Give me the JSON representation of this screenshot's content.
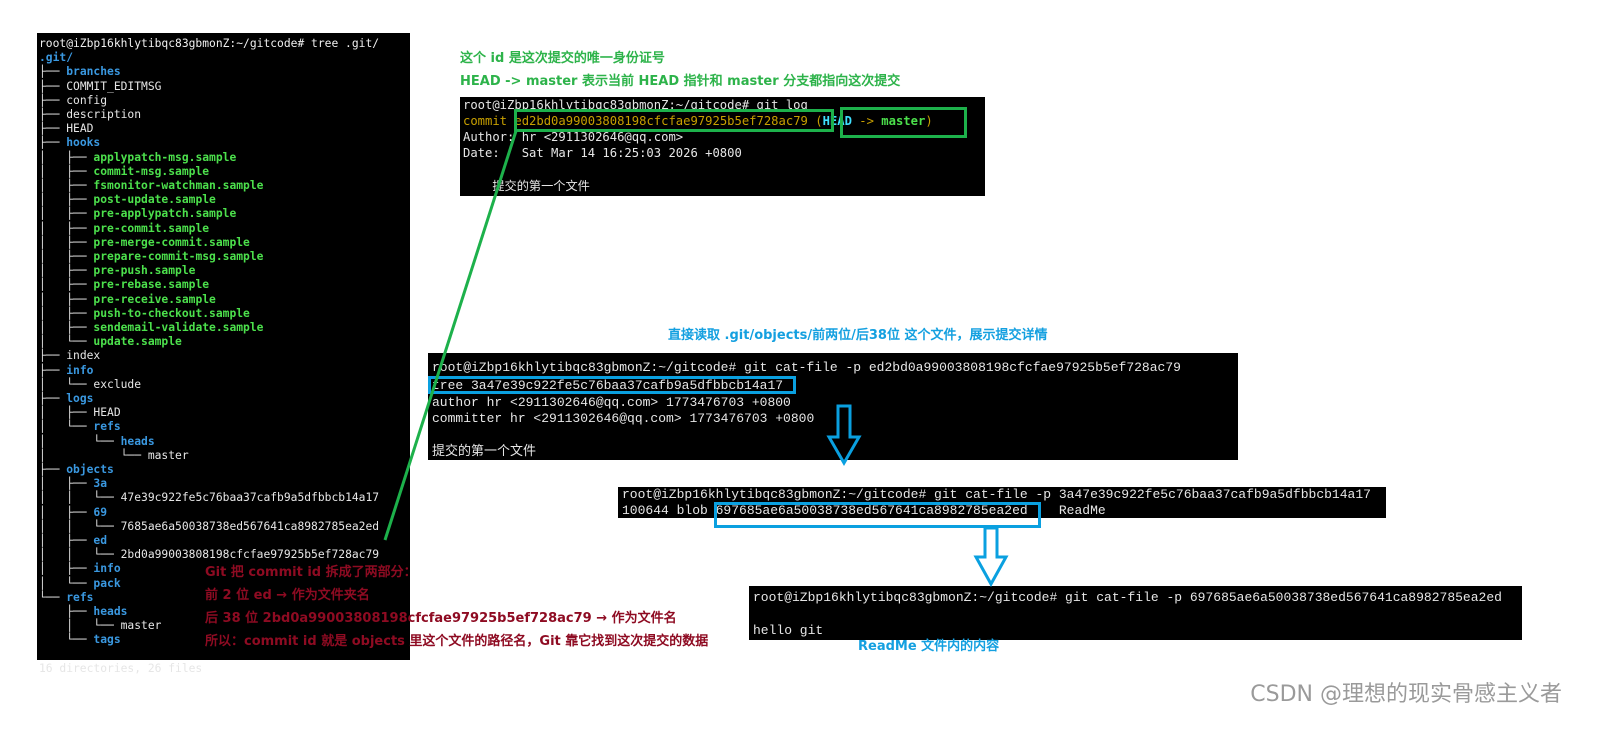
{
  "tree_terminal": {
    "lines": [
      {
        "p": "",
        "t": "root@iZbp16khlytibqc83gbmonZ:~/gitcode# tree .git/",
        "k": "prompt"
      },
      {
        "p": "",
        "t": ".git/",
        "k": "dir"
      },
      {
        "p": "├── ",
        "t": "branches",
        "k": "dir"
      },
      {
        "p": "├── ",
        "t": "COMMIT_EDITMSG",
        "k": "plain"
      },
      {
        "p": "├── ",
        "t": "config",
        "k": "plain"
      },
      {
        "p": "├── ",
        "t": "description",
        "k": "plain"
      },
      {
        "p": "├── ",
        "t": "HEAD",
        "k": "plain"
      },
      {
        "p": "├── ",
        "t": "hooks",
        "k": "dir"
      },
      {
        "p": "│   ├── ",
        "t": "applypatch-msg.sample",
        "k": "exec"
      },
      {
        "p": "│   ├── ",
        "t": "commit-msg.sample",
        "k": "exec"
      },
      {
        "p": "│   ├── ",
        "t": "fsmonitor-watchman.sample",
        "k": "exec"
      },
      {
        "p": "│   ├── ",
        "t": "post-update.sample",
        "k": "exec"
      },
      {
        "p": "│   ├── ",
        "t": "pre-applypatch.sample",
        "k": "exec"
      },
      {
        "p": "│   ├── ",
        "t": "pre-commit.sample",
        "k": "exec"
      },
      {
        "p": "│   ├── ",
        "t": "pre-merge-commit.sample",
        "k": "exec"
      },
      {
        "p": "│   ├── ",
        "t": "prepare-commit-msg.sample",
        "k": "exec"
      },
      {
        "p": "│   ├── ",
        "t": "pre-push.sample",
        "k": "exec"
      },
      {
        "p": "│   ├── ",
        "t": "pre-rebase.sample",
        "k": "exec"
      },
      {
        "p": "│   ├── ",
        "t": "pre-receive.sample",
        "k": "exec"
      },
      {
        "p": "│   ├── ",
        "t": "push-to-checkout.sample",
        "k": "exec"
      },
      {
        "p": "│   ├── ",
        "t": "sendemail-validate.sample",
        "k": "exec"
      },
      {
        "p": "│   └── ",
        "t": "update.sample",
        "k": "exec"
      },
      {
        "p": "├── ",
        "t": "index",
        "k": "plain"
      },
      {
        "p": "├── ",
        "t": "info",
        "k": "dir"
      },
      {
        "p": "│   └── ",
        "t": "exclude",
        "k": "plain"
      },
      {
        "p": "├── ",
        "t": "logs",
        "k": "dir"
      },
      {
        "p": "│   ├── ",
        "t": "HEAD",
        "k": "plain"
      },
      {
        "p": "│   └── ",
        "t": "refs",
        "k": "dir"
      },
      {
        "p": "│       └── ",
        "t": "heads",
        "k": "dir"
      },
      {
        "p": "│           └── ",
        "t": "master",
        "k": "plain"
      },
      {
        "p": "├── ",
        "t": "objects",
        "k": "dir"
      },
      {
        "p": "│   ├── ",
        "t": "3a",
        "k": "dir"
      },
      {
        "p": "│   │   └── ",
        "t": "47e39c922fe5c76baa37cafb9a5dfbbcb14a17",
        "k": "plain"
      },
      {
        "p": "│   ├── ",
        "t": "69",
        "k": "dir"
      },
      {
        "p": "│   │   └── ",
        "t": "7685ae6a50038738ed567641ca8982785ea2ed",
        "k": "plain"
      },
      {
        "p": "│   ├── ",
        "t": "ed",
        "k": "dir"
      },
      {
        "p": "│   │   └── ",
        "t": "2bd0a99003808198cfcfae97925b5ef728ac79",
        "k": "plain"
      },
      {
        "p": "│   ├── ",
        "t": "info",
        "k": "dir"
      },
      {
        "p": "│   └── ",
        "t": "pack",
        "k": "dir"
      },
      {
        "p": "└── ",
        "t": "refs",
        "k": "dir"
      },
      {
        "p": "    ├── ",
        "t": "heads",
        "k": "dir"
      },
      {
        "p": "    │   └── ",
        "t": "master",
        "k": "plain"
      },
      {
        "p": "    └── ",
        "t": "tags",
        "k": "dir"
      },
      {
        "p": "",
        "t": "",
        "k": "plain"
      },
      {
        "p": "",
        "t": "16 directories, 26 files",
        "k": "plain"
      }
    ]
  },
  "log_note": {
    "line1": "这个 id 是这次提交的唯一身份证号",
    "line2": "HEAD -> master 表示当前 HEAD 指针和 master 分支都指向这次提交"
  },
  "log_terminal": {
    "prompt": "root@iZbp16khlytibqc83gbmonZ:~/gitcode# git log",
    "commit_label": "commit ",
    "commit_hash": "ed2bd0a99003808198cfcfae97925b5ef728ac79",
    "ref_open": " (",
    "ref_head": "HEAD",
    "ref_arrow": " -> ",
    "ref_branch": "master",
    "ref_close": ")",
    "author": "Author: hr <2911302646@qq.com>",
    "date": "Date:   Sat Mar 14 16:25:03 2026 +0800",
    "message": "    提交的第一个文件"
  },
  "catfile_note": "直接读取 .git/objects/前两位/后38位 这个文件，展示提交详情",
  "commit_terminal": {
    "lines": [
      "root@iZbp16khlytibqc83gbmonZ:~/gitcode# git cat-file -p ed2bd0a99003808198cfcfae97925b5ef728ac79",
      "tree 3a47e39c922fe5c76baa37cafb9a5dfbbcb14a17",
      "author hr <2911302646@qq.com> 1773476703 +0800",
      "committer hr <2911302646@qq.com> 1773476703 +0800",
      "",
      "提交的第一个文件"
    ]
  },
  "tree_obj_terminal": {
    "lines": [
      "root@iZbp16khlytibqc83gbmonZ:~/gitcode# git cat-file -p 3a47e39c922fe5c76baa37cafb9a5dfbbcb14a17",
      "100644 blob 697685ae6a50038738ed567641ca8982785ea2ed    ReadMe"
    ]
  },
  "blob_terminal": {
    "lines": [
      "root@iZbp16khlytibqc83gbmonZ:~/gitcode# git cat-file -p 697685ae6a50038738ed567641ca8982785ea2ed",
      "",
      "hello git"
    ]
  },
  "blob_note": "ReadMe 文件内的内容",
  "split_note": {
    "line1": "Git 把 commit id 拆成了两部分：",
    "line2": "前 2 位 ed → 作为文件夹名",
    "line3": "后 38 位 2bd0a99003808198cfcfae97925b5ef728ac79 → 作为文件名",
    "line4": "所以：commit id 就是 objects 里这个文件的路径名，Git 靠它找到这次提交的数据"
  },
  "watermark": "CSDN @理想的现实骨感主义者",
  "colors": {
    "annotation_green": "#2db34a",
    "annotation_blue": "#14a0e0",
    "annotation_red": "#8e0b22",
    "terminal_bg": "#000000",
    "dir": "#3a98e0",
    "exec": "#4ce04c",
    "commit_yellow": "#c8a000"
  }
}
